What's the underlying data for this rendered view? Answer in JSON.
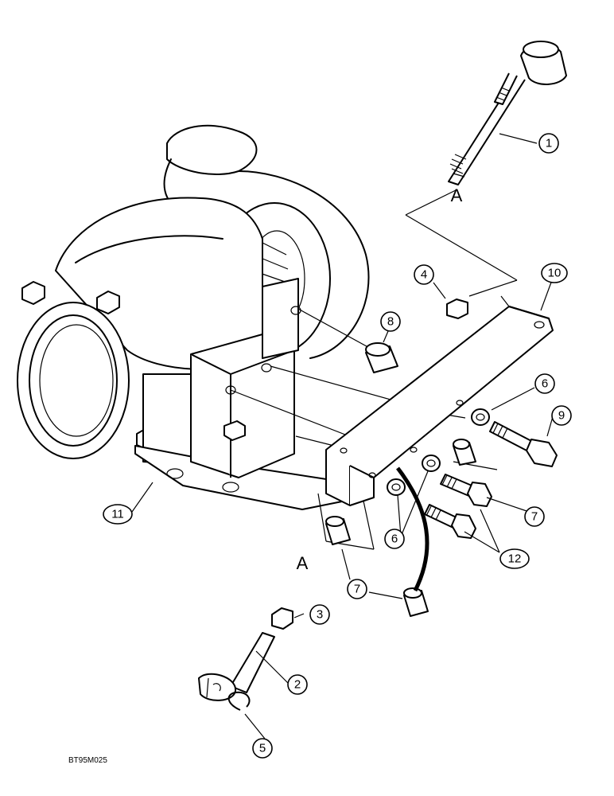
{
  "figure_code": "BT95M025",
  "detail_labels": [
    "A",
    "A"
  ],
  "callouts": [
    "1",
    "2",
    "3",
    "4",
    "5",
    "6",
    "6",
    "6",
    "7",
    "7",
    "7",
    "8",
    "9",
    "10",
    "11",
    "12"
  ]
}
